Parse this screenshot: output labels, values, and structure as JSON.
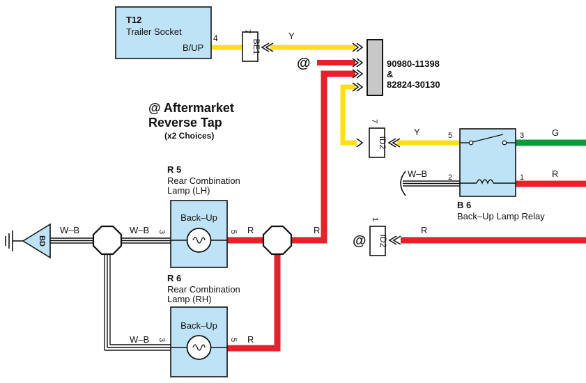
{
  "colors": {
    "yellow": "#ffde17",
    "red": "#e8202a",
    "green": "#0a9a3c",
    "component_fill": "#bfe3f6",
    "connector_gray": "#c8c8c8"
  },
  "trailer_socket": {
    "id": "T12",
    "name": "Trailer Socket",
    "pin": "4",
    "pin_label": "B/UP"
  },
  "be1": {
    "id": "BE1",
    "pin": "7",
    "wire": "Y"
  },
  "aftermarket": {
    "symbol": "@",
    "title_line1": "@ Aftermarket",
    "title_line2": "Reverse Tap",
    "subtitle": "(x2 Choices)"
  },
  "connector": {
    "part1": "90980-11398",
    "amp": "&",
    "part2": "82824-30130"
  },
  "id2_top": {
    "id": "ID2",
    "pin": "7",
    "wire": "Y"
  },
  "relay": {
    "id": "B 6",
    "name": "Back–Up Lamp Relay",
    "pin5": "5",
    "pin3": "3",
    "pin2": "2",
    "pin1": "1",
    "wire_g": "G",
    "wire_r": "R",
    "wire_wb": "W–B"
  },
  "id2_bottom": {
    "id": "ID2",
    "pin": "1",
    "wire": "R"
  },
  "r5": {
    "id": "R 5",
    "name_line1": "Rear Combination",
    "name_line2": "Lamp (LH)",
    "lamp": "Back–Up",
    "pin_left": "3",
    "pin_right": "5"
  },
  "r6": {
    "id": "R 6",
    "name_line1": "Rear Combination",
    "name_line2": "Lamp (RH)",
    "lamp": "Back–Up",
    "pin_left": "3",
    "pin_right": "5"
  },
  "ground": {
    "id": "BD"
  },
  "wires": {
    "wb": "W–B",
    "r": "R"
  }
}
